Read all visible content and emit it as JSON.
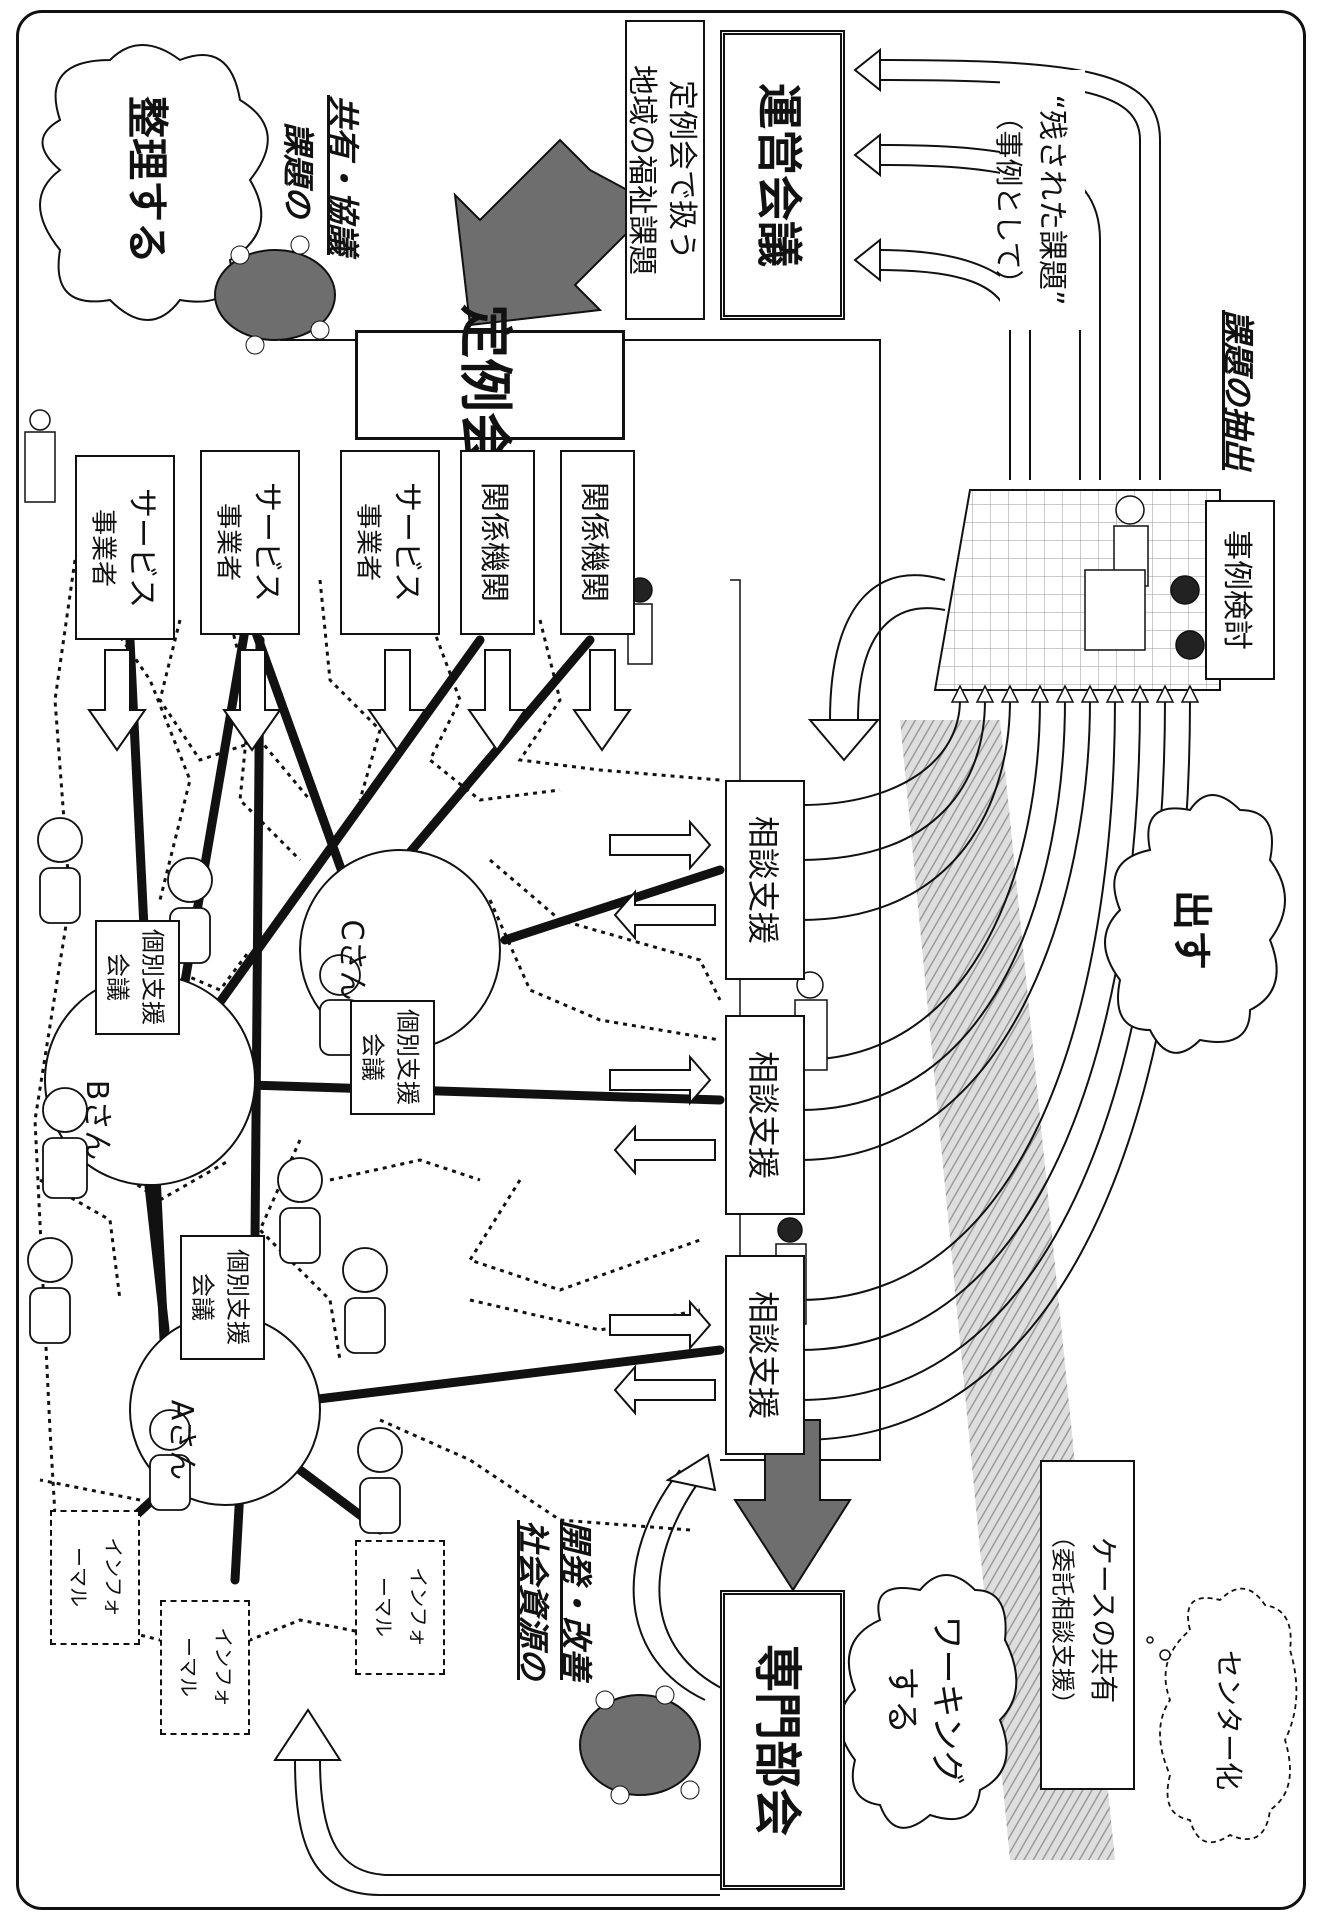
{
  "labels": {
    "seiri": "整理する",
    "kadai_kyoyu_1": "課題の",
    "kadai_kyoyu_2": "共有・協議",
    "teireikai": "定例会",
    "teireikai_kadai_1": "定例会で扱う",
    "teireikai_kadai_2": "地域の福祉課題",
    "uneikaigi": "運営会議",
    "nokosareta_1": "“残された課題”",
    "nokosareta_2": "（事例として）",
    "kadai_chushutsu": "課題の抽出",
    "jirei_kento": "事例検討",
    "dasu": "出す",
    "case_kyoyu_1": "ケースの共有",
    "case_kyoyu_2": "（委託相談支援）",
    "center": "センター化",
    "working_1": "ワーキング",
    "working_2": "する",
    "senmon_bukai": "専門部会",
    "shakai_shigen_1": "社会資源の",
    "shakai_shigen_2": "開発・改善",
    "service_1": "サービス",
    "service_2": "事業者",
    "kankei_kikan": "関係機関",
    "sodan_shien": "相談支援",
    "kobetsu_1": "個別支援",
    "kobetsu_2": "会議",
    "person_a": "Aさん",
    "person_b": "Bさん",
    "person_c": "Cさん",
    "informal_1": "インフォ",
    "informal_2": "ーマル"
  },
  "colors": {
    "ink": "#111111",
    "arrow_fill": "#6e6e6e",
    "grid": "#9a9a9a",
    "stripe": "#8a8a8a"
  }
}
